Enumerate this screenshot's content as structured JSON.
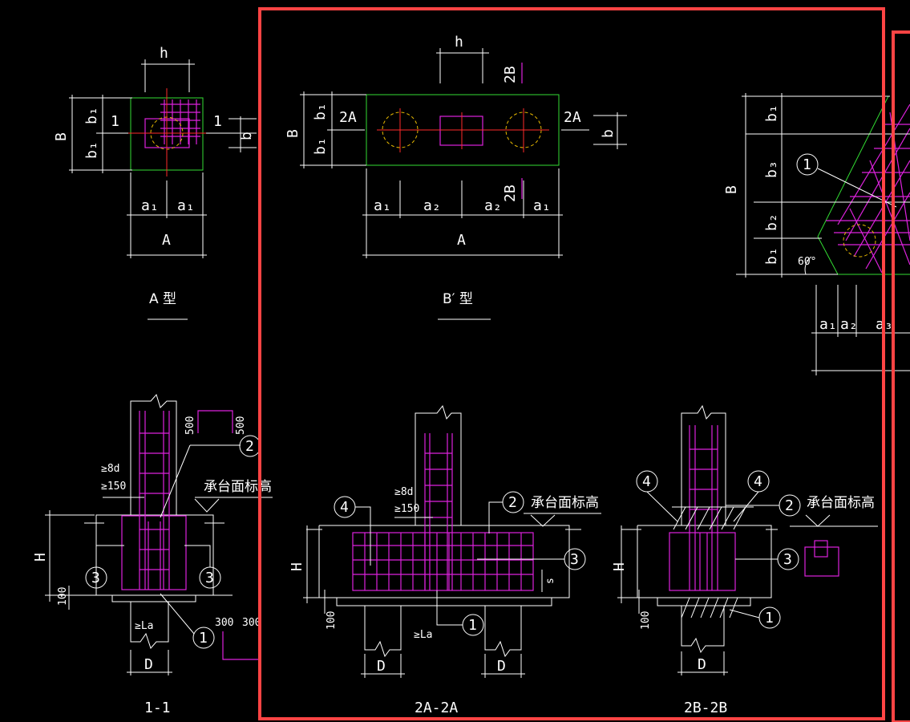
{
  "drawing": {
    "colors": {
      "background": "#000000",
      "outline": "#ffffff",
      "footprint": "#33dd33",
      "rebar": "#dd22dd",
      "centerline": "#ff2a2a",
      "pile_circle": "#e6b800",
      "highlight_frame": "#ff4444"
    },
    "plan_a": {
      "title": "A 型",
      "dim_h": "h",
      "dim_B": "B",
      "dim_b1_top": "b₁",
      "dim_b1_bot": "b₁",
      "dim_b": "b",
      "dim_a1_left": "a₁",
      "dim_a1_right": "a₁",
      "dim_A": "A",
      "sec_left": "1",
      "sec_right": "1"
    },
    "plan_b": {
      "title": "B′ 型",
      "dim_h": "h",
      "dim_B": "B",
      "dim_b1_top": "b₁",
      "dim_b1_bot": "b₁",
      "dim_b": "b",
      "dim_a1_left": "a₁",
      "dim_a2_left": "a₂",
      "dim_a2_right": "a₂",
      "dim_a1_right": "a₁",
      "dim_A": "A",
      "sec_2a_left": "2A",
      "sec_2a_right": "2A",
      "sec_2b_top": "2B",
      "sec_2b_bottom": "2B"
    },
    "plan_c": {
      "dim_B": "B",
      "dim_b1_top": "b₁",
      "dim_b3": "b₃",
      "dim_b2": "b₂",
      "dim_b1_bot": "b₁",
      "angle": "60°",
      "callout_1": "1",
      "dim_a1": "a₁",
      "dim_a2": "a₂",
      "dim_a3": "a₃"
    },
    "section_1_1": {
      "title": "1-1",
      "dim_H": "H",
      "dim_100": "100",
      "dim_D": "D",
      "note_8d": "≥8d",
      "note_150": "≥150",
      "note_La": "≥La",
      "dim_500_left": "500",
      "dim_500_right": "500",
      "dim_300_left": "300",
      "dim_300_right": "300",
      "elev_label": "承台面标高",
      "callout_2": "2",
      "callout_3_left": "3",
      "callout_3_right": "3",
      "callout_1": "1"
    },
    "section_2a": {
      "title": "2A-2A",
      "dim_H": "H",
      "dim_100": "100",
      "dim_D_left": "D",
      "dim_D_right": "D",
      "note_8d": "≥8d",
      "note_150": "≥150",
      "note_La": "≥La",
      "dim_s": "s",
      "elev_label": "承台面标高",
      "callout_4": "4",
      "callout_2": "2",
      "callout_3": "3",
      "callout_1": "1"
    },
    "section_2b": {
      "title": "2B-2B",
      "dim_H": "H",
      "dim_100": "100",
      "dim_D": "D",
      "elev_label": "承台面标高",
      "callout_4_left": "4",
      "callout_4_right": "4",
      "callout_2": "2",
      "callout_3": "3",
      "callout_1": "1"
    }
  }
}
